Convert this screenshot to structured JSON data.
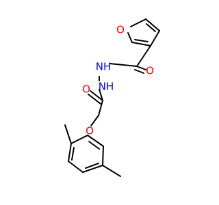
{
  "molecule": {
    "atoms": {
      "furan_o": "O",
      "carbonyl_o_top": "O",
      "nh_top": "NH",
      "nh_bottom": "NH",
      "carbonyl_o_left": "O",
      "ether_o": "O"
    },
    "colors": {
      "bond": "#000000",
      "oxygen": "#ff0000",
      "nitrogen": "#0000ff"
    }
  }
}
